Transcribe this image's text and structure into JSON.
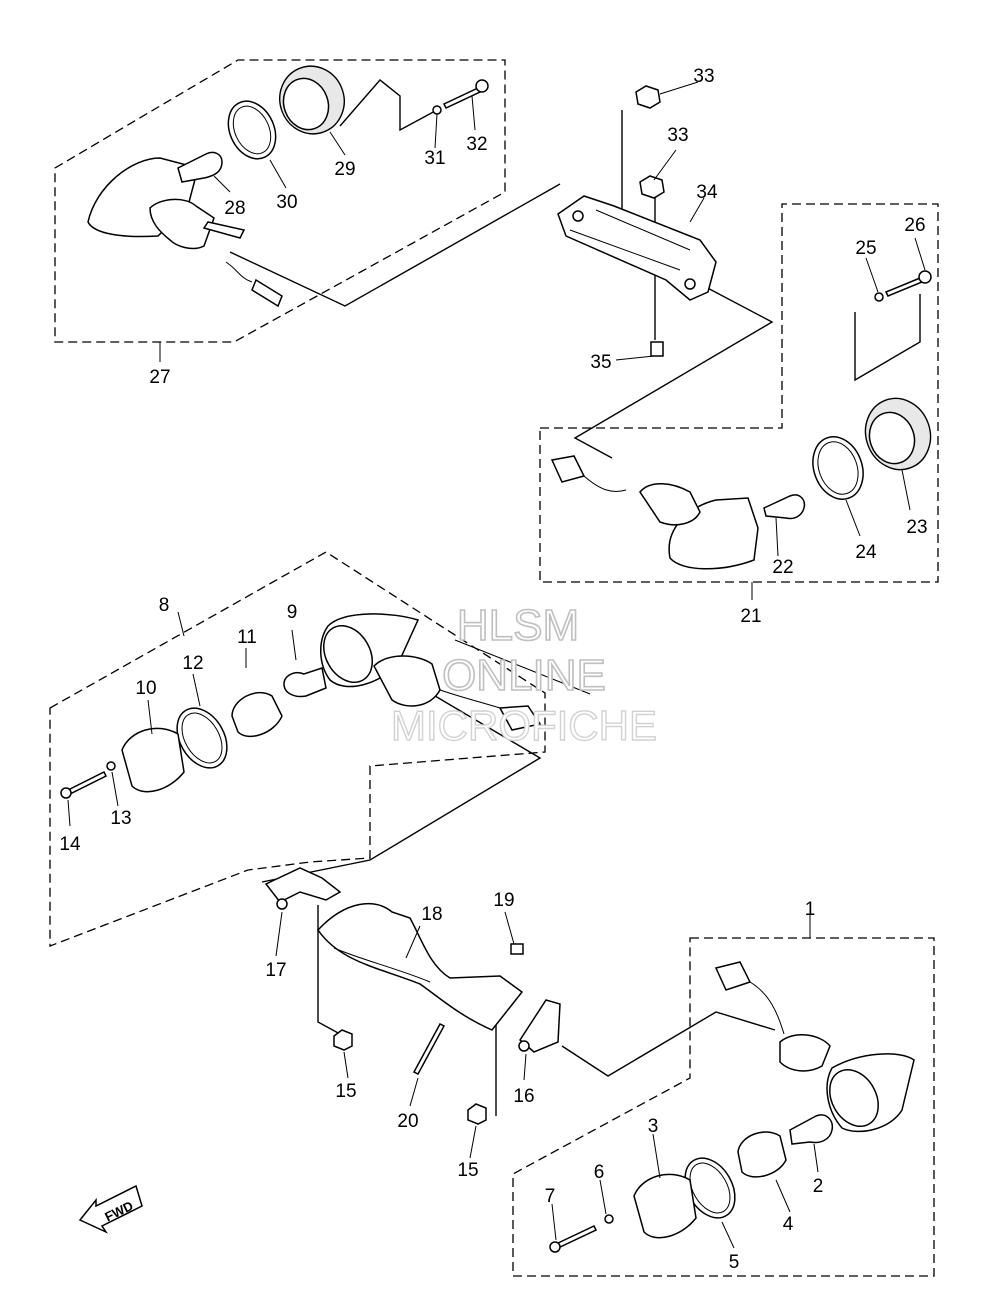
{
  "watermark": {
    "line1": "HLSM",
    "line2": "ONLINE",
    "line3": "MICROFICHE"
  },
  "direction_marker": "FWD",
  "labels": [
    {
      "id": "1",
      "text": "1"
    },
    {
      "id": "2",
      "text": "2"
    },
    {
      "id": "3",
      "text": "3"
    },
    {
      "id": "4",
      "text": "4"
    },
    {
      "id": "5",
      "text": "5"
    },
    {
      "id": "6",
      "text": "6"
    },
    {
      "id": "7",
      "text": "7"
    },
    {
      "id": "8",
      "text": "8"
    },
    {
      "id": "9",
      "text": "9"
    },
    {
      "id": "10",
      "text": "10"
    },
    {
      "id": "11",
      "text": "11"
    },
    {
      "id": "12",
      "text": "12"
    },
    {
      "id": "13",
      "text": "13"
    },
    {
      "id": "14",
      "text": "14"
    },
    {
      "id": "15a",
      "text": "15"
    },
    {
      "id": "15b",
      "text": "15"
    },
    {
      "id": "16",
      "text": "16"
    },
    {
      "id": "17",
      "text": "17"
    },
    {
      "id": "18",
      "text": "18"
    },
    {
      "id": "19",
      "text": "19"
    },
    {
      "id": "20",
      "text": "20"
    },
    {
      "id": "21",
      "text": "21"
    },
    {
      "id": "22",
      "text": "22"
    },
    {
      "id": "23",
      "text": "23"
    },
    {
      "id": "24",
      "text": "24"
    },
    {
      "id": "25",
      "text": "25"
    },
    {
      "id": "26",
      "text": "26"
    },
    {
      "id": "27",
      "text": "27"
    },
    {
      "id": "28",
      "text": "28"
    },
    {
      "id": "29",
      "text": "29"
    },
    {
      "id": "30",
      "text": "30"
    },
    {
      "id": "31",
      "text": "31"
    },
    {
      "id": "32",
      "text": "32"
    },
    {
      "id": "33a",
      "text": "33"
    },
    {
      "id": "33b",
      "text": "33"
    },
    {
      "id": "34",
      "text": "34"
    },
    {
      "id": "35",
      "text": "35"
    }
  ]
}
